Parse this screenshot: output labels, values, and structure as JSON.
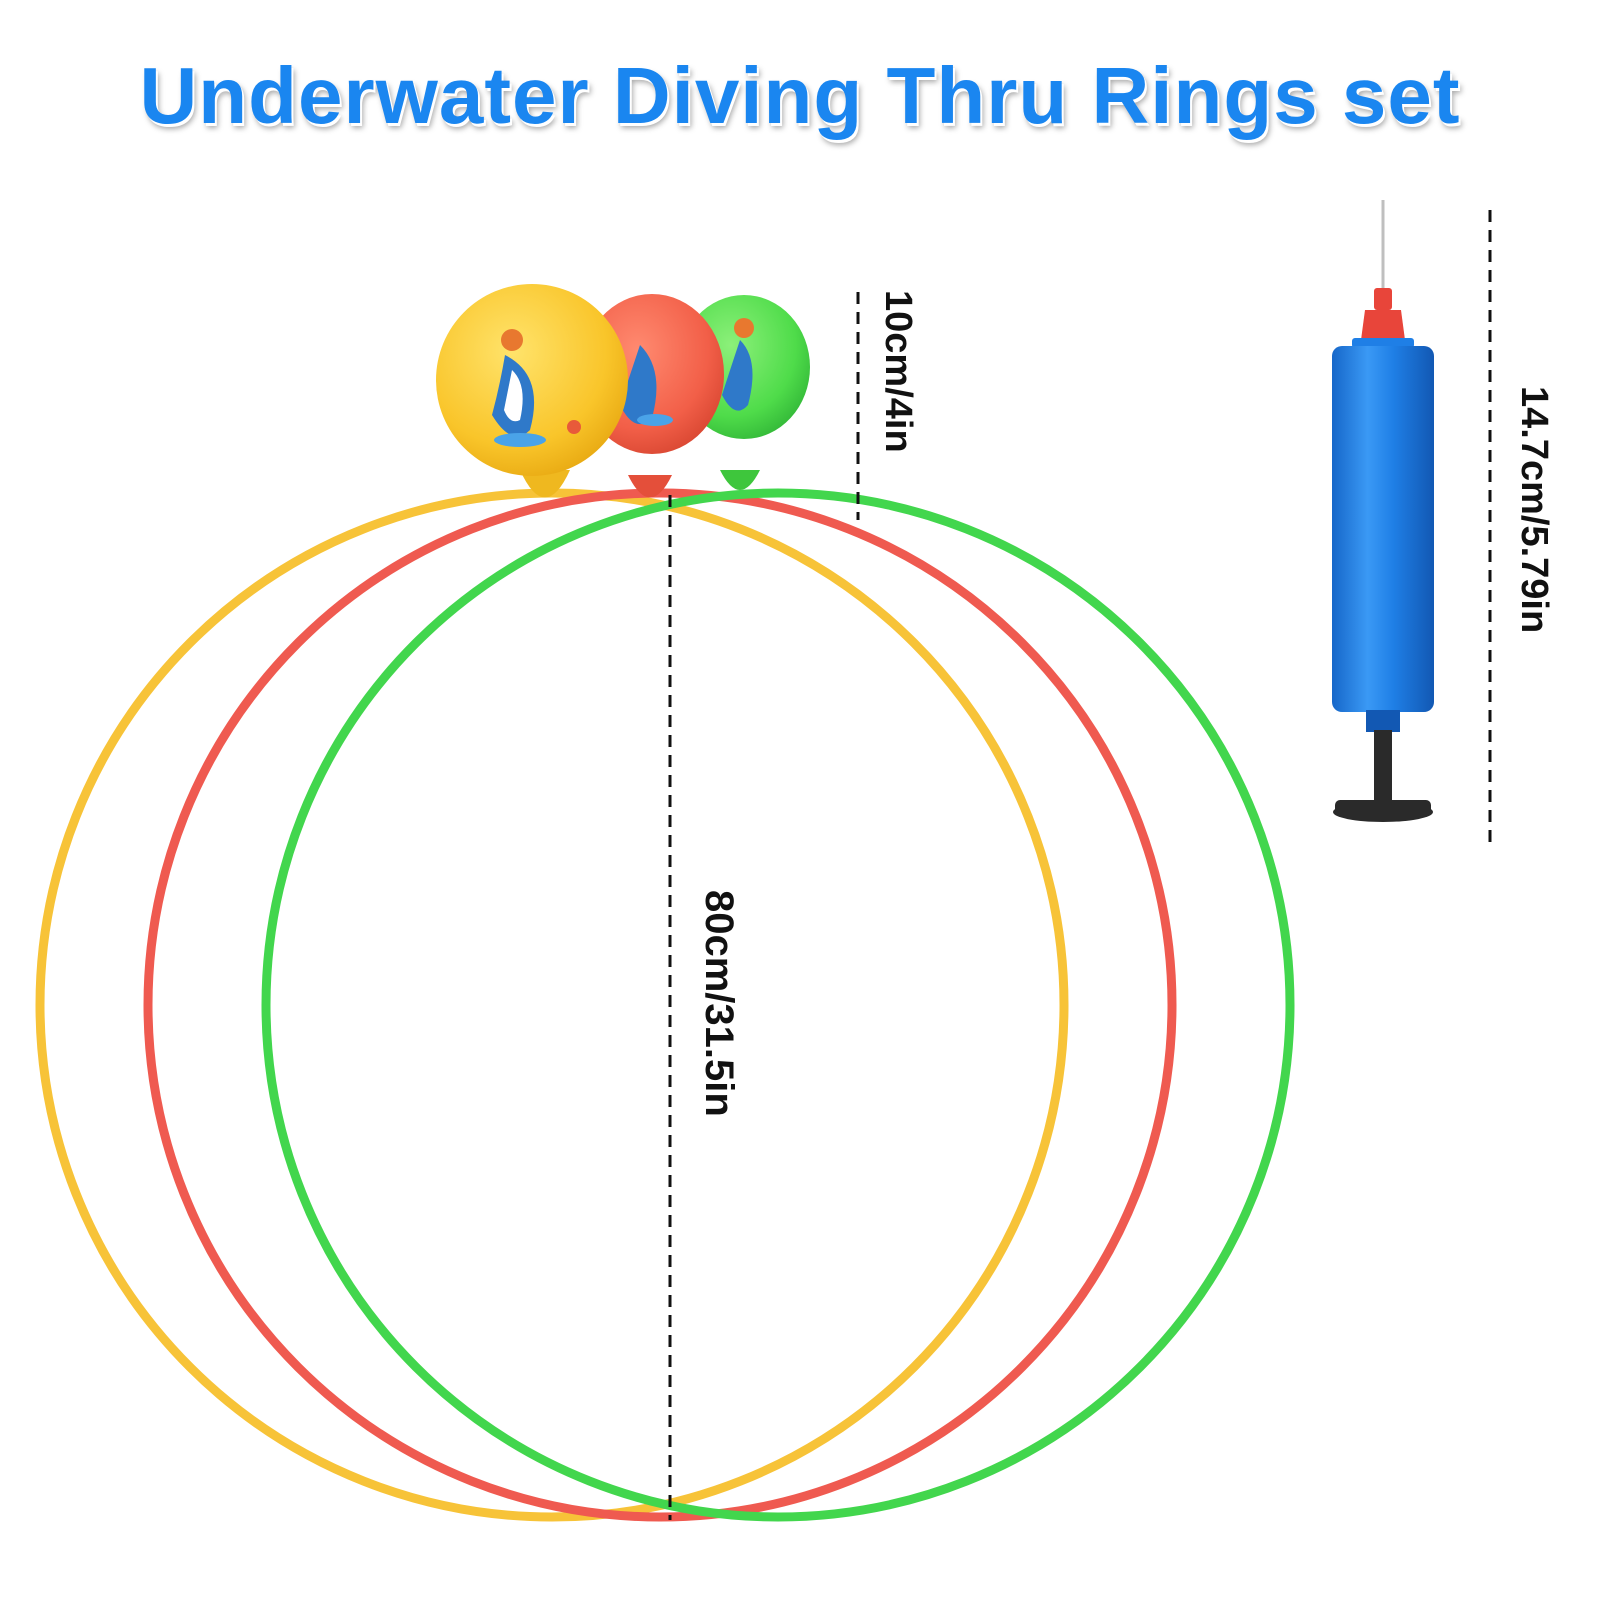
{
  "title": "Underwater Diving Thru Rings set",
  "measurements": {
    "ball_height": "10cm/4in",
    "ring_diameter": "80cm/31.5in",
    "pump_length": "14.7cm/5.79in"
  },
  "colors": {
    "title": "#1a86f0",
    "ring_yellow": "#f7c338",
    "ring_red": "#ef5a50",
    "ring_green": "#42d64d",
    "pump_blue": "#1f7fe6",
    "pump_nozzle": "#e8453a",
    "pump_handle": "#2a2a2a"
  },
  "items": {
    "rings": [
      "yellow-ring",
      "red-ring",
      "green-ring"
    ],
    "floats": [
      "yellow-float",
      "red-float",
      "green-float"
    ],
    "pump": "hand-air-pump"
  }
}
